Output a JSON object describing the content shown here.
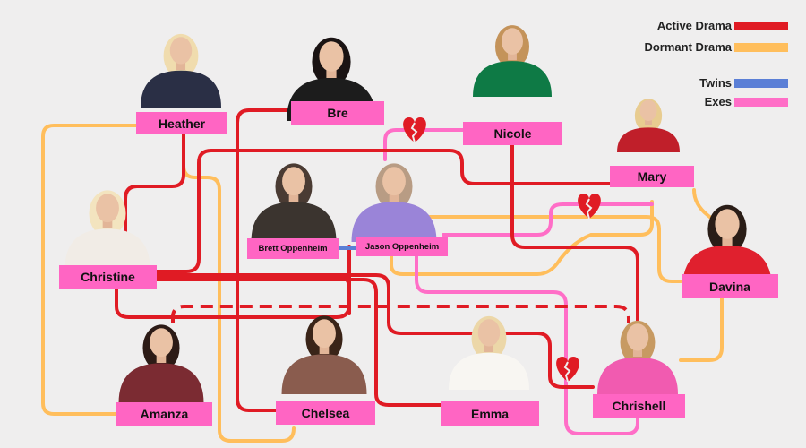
{
  "colors": {
    "active": "#e01b24",
    "dormant": "#ffbe5c",
    "twins": "#5b7fd6",
    "exes": "#ff6ec7",
    "tag": "#ff65c3",
    "background": "#efeeee"
  },
  "legend": {
    "active_label": "Active Drama",
    "dormant_label": "Dormant Drama",
    "twins_label": "Twins",
    "exes_label": "Exes"
  },
  "people": {
    "heather": "Heather",
    "bre": "Bre",
    "nicole": "Nicole",
    "mary": "Mary",
    "christine": "Christine",
    "brett": "Brett Oppenheim",
    "jason": "Jason Oppenheim",
    "davina": "Davina",
    "amanza": "Amanza",
    "chelsea": "Chelsea",
    "emma": "Emma",
    "chrishell": "Chrishell"
  },
  "icons": {
    "photo": "person-photo",
    "heartbreak": "broken-heart-icon"
  }
}
